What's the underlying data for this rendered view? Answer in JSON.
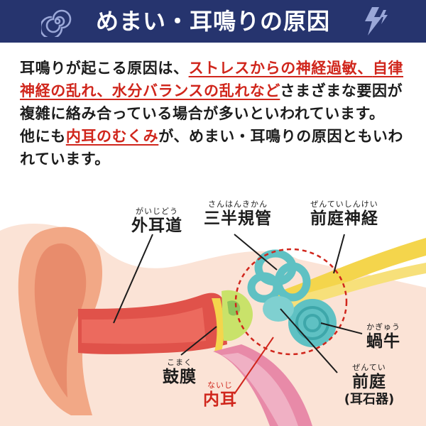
{
  "banner": {
    "title": "めまい・耳鳴りの原因",
    "left_icon": "spiral-icon",
    "right_icon": "lightning-icon",
    "bg_color": "#26346e"
  },
  "paragraph1": {
    "t1": "耳鳴りが起こる原因は、",
    "em1": "ストレスからの神経過敏、",
    "em2": "自律神経の乱れ、水分バランスの乱れなど",
    "t2": "さまざまな要因が複雑に絡み合っている場合が多いといわれています。"
  },
  "paragraph2": {
    "t1": "他にも",
    "em1": "内耳のむくみ",
    "t2": "が、めまい・耳鳴りの原因ともいわれています。"
  },
  "labels": {
    "outer_canal": {
      "ruby": "がいじどう",
      "text": "外耳道"
    },
    "canals": {
      "ruby": "さんはんきかん",
      "text": "三半規管"
    },
    "vestibular_nerve": {
      "ruby": "ぜんていしんけい",
      "text": "前庭神経"
    },
    "eardrum": {
      "ruby": "こまく",
      "text": "鼓膜"
    },
    "inner_ear": {
      "ruby": "ないじ",
      "text": "内耳"
    },
    "cochlea": {
      "ruby": "かぎゅう",
      "text": "蝸牛"
    },
    "vestibule": {
      "ruby": "ぜんてい",
      "text": "前庭",
      "sub": "(耳石器)"
    }
  },
  "colors": {
    "accent_red": "#d0261c",
    "ear_skin": "#f2a886",
    "canal": "#e0524a",
    "inner_ear": "#5fc1c3",
    "nerve": "#f4d54c"
  }
}
